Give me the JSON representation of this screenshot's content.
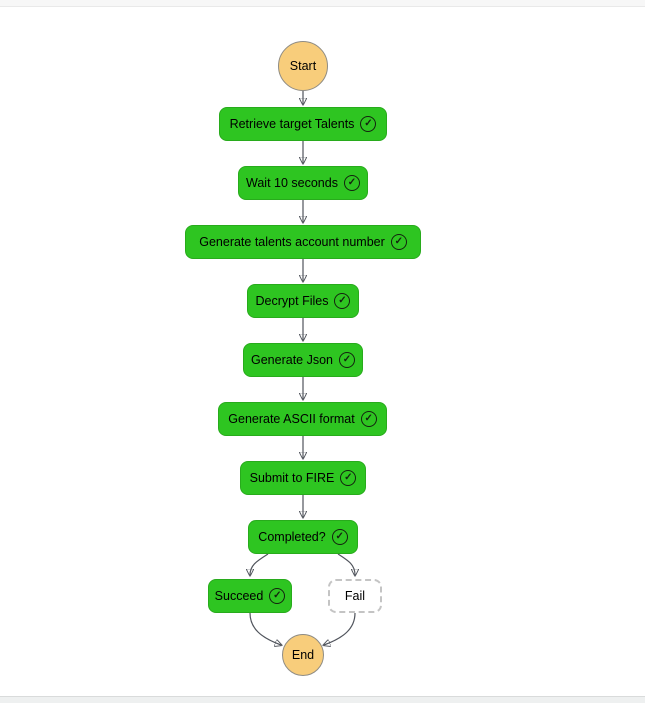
{
  "flow": {
    "check_icon": "✓",
    "colors": {
      "succeeded_fill": "#2ec521",
      "succeeded_border": "#28ab1c",
      "terminal_fill": "#f8cd7b",
      "fail_border": "#c4c4c4",
      "edge": "#50545c",
      "icon_color": "#13230f"
    },
    "nodes": [
      {
        "id": "start",
        "label": "Start",
        "type": "terminal"
      },
      {
        "id": "retrieve-target-talents",
        "label": "Retrieve target Talents",
        "type": "task",
        "status": "succeeded"
      },
      {
        "id": "wait-10-seconds",
        "label": "Wait 10 seconds",
        "type": "task",
        "status": "succeeded"
      },
      {
        "id": "generate-talents-account-number",
        "label": "Generate talents account number",
        "type": "task",
        "status": "succeeded"
      },
      {
        "id": "decrypt-files",
        "label": "Decrypt Files",
        "type": "task",
        "status": "succeeded"
      },
      {
        "id": "generate-json",
        "label": "Generate Json",
        "type": "task",
        "status": "succeeded"
      },
      {
        "id": "generate-ascii-format",
        "label": "Generate ASCII format",
        "type": "task",
        "status": "succeeded"
      },
      {
        "id": "submit-to-fire",
        "label": "Submit to FIRE",
        "type": "task",
        "status": "succeeded"
      },
      {
        "id": "completed",
        "label": "Completed?",
        "type": "choice",
        "status": "succeeded"
      },
      {
        "id": "succeed",
        "label": "Succeed",
        "type": "task",
        "status": "succeeded"
      },
      {
        "id": "fail",
        "label": "Fail",
        "type": "fail",
        "status": "not-executed"
      },
      {
        "id": "end",
        "label": "End",
        "type": "terminal"
      }
    ],
    "edges": [
      {
        "from": "start",
        "to": "retrieve-target-talents"
      },
      {
        "from": "retrieve-target-talents",
        "to": "wait-10-seconds"
      },
      {
        "from": "wait-10-seconds",
        "to": "generate-talents-account-number"
      },
      {
        "from": "generate-talents-account-number",
        "to": "decrypt-files"
      },
      {
        "from": "decrypt-files",
        "to": "generate-json"
      },
      {
        "from": "generate-json",
        "to": "generate-ascii-format"
      },
      {
        "from": "generate-ascii-format",
        "to": "submit-to-fire"
      },
      {
        "from": "submit-to-fire",
        "to": "completed"
      },
      {
        "from": "completed",
        "to": "succeed"
      },
      {
        "from": "completed",
        "to": "fail"
      },
      {
        "from": "succeed",
        "to": "end"
      },
      {
        "from": "fail",
        "to": "end"
      }
    ]
  }
}
